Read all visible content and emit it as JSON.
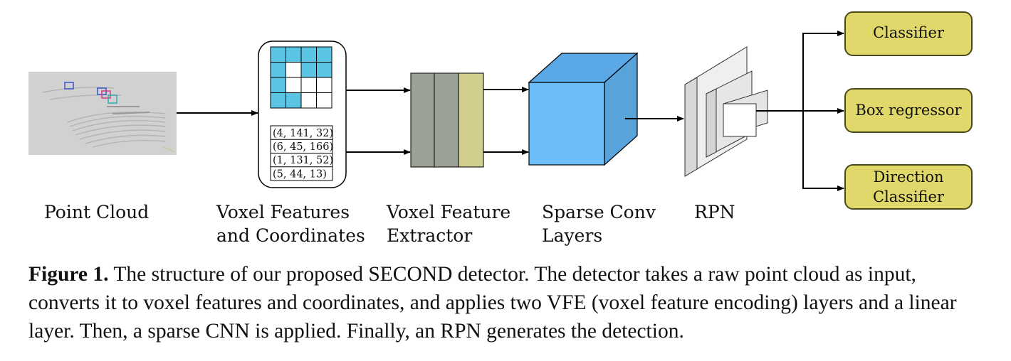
{
  "diagram": {
    "stages": {
      "point_cloud": "Point Cloud",
      "voxel_features_line1": "Voxel Features",
      "voxel_features_line2": "and Coordinates",
      "vfe_line1": "Voxel Feature",
      "vfe_line2": "Extractor",
      "sparse_line1": "Sparse Conv",
      "sparse_line2": "Layers",
      "rpn": "RPN"
    },
    "coordinates": [
      "(4, 141, 32)",
      "(6, 45, 166)",
      "(1, 131, 52)",
      "(5, 44, 13)"
    ],
    "voxel_grid_filled": [
      [
        1,
        1,
        1,
        1
      ],
      [
        1,
        0,
        1,
        1
      ],
      [
        1,
        0,
        0,
        0
      ],
      [
        1,
        1,
        0,
        0
      ]
    ],
    "heads": {
      "classifier": "Classifier",
      "box_regressor": "Box regressor",
      "direction_line1": "Direction",
      "direction_line2": "Classifier"
    },
    "colors": {
      "voxel_cell": "#5bc4e3",
      "vfe_block_dark": "#9aa298",
      "vfe_block_yellow": "#d2cf8e",
      "cube_front": "#6cbdf8",
      "cube_top": "#5aa9e6",
      "cube_side": "#58a3da",
      "head_fill": "#e0d86a",
      "head_border": "#4a4a18",
      "point_cloud_bg": "#cfcfcf"
    }
  },
  "caption": {
    "label": "Figure 1.",
    "text": " The structure of our proposed SECOND detector. The detector takes a raw point cloud as input, converts it to voxel features and coordinates, and applies two VFE (voxel feature encoding) layers and a linear layer. Then, a sparse CNN is applied. Finally, an RPN generates the detection."
  }
}
